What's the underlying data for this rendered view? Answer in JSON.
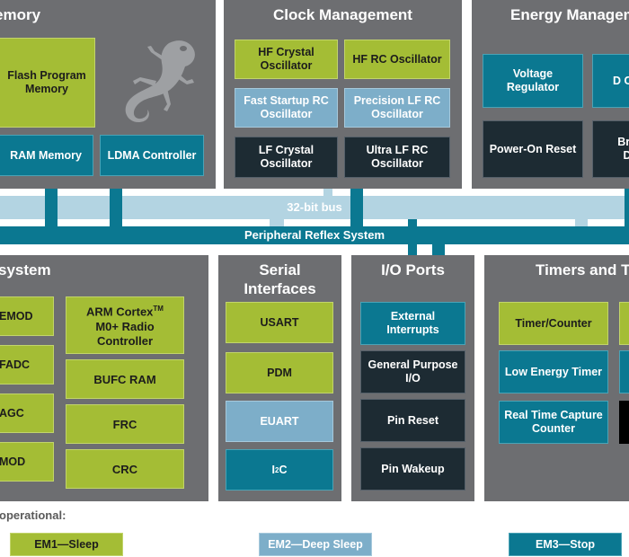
{
  "panels": {
    "memory": {
      "title": "emory",
      "flash": "Flash Program Memory",
      "ram": "RAM Memory",
      "ldma": "LDMA Controller"
    },
    "clock": {
      "title": "Clock Management",
      "hf_crystal": "HF Crystal Oscillator",
      "hf_rc": "HF RC Oscillator",
      "fast_startup": "Fast Startup RC Oscillator",
      "precision_lf": "Precision LF RC Oscillator",
      "lf_crystal": "LF Crystal Oscillator",
      "ultra_lf": "Ultra LF RC Oscillator"
    },
    "energy": {
      "title": "Energy Managem",
      "voltage_reg": "Voltage Regulator",
      "dc_partial": "D Co",
      "power_on_reset": "Power-On Reset",
      "brown_partial": "Bro D"
    },
    "bus": {
      "bus32": "32-bit bus",
      "prs": "Peripheral Reflex System"
    },
    "radio": {
      "title": "system",
      "demod": "EMOD",
      "ifadc": "FADC",
      "agc": "AGC",
      "mod": "MOD",
      "arm_cortex_line1": "ARM Cortex",
      "arm_tm": "TM",
      "arm_cortex_line2": "M0+ Radio",
      "arm_cortex_line3": "Controller",
      "bufc": "BUFC RAM",
      "frc": "FRC",
      "crc": "CRC"
    },
    "serial": {
      "title_line1": "Serial",
      "title_line2": "Interfaces",
      "usart": "USART",
      "pdm": "PDM",
      "euart": "EUART",
      "i2c_i": "I",
      "i2c_sup": "2",
      "i2c_c": "C"
    },
    "io": {
      "title": "I/O Ports",
      "ext_int": "External Interrupts",
      "gpio": "General Purpose I/O",
      "pin_reset": "Pin Reset",
      "pin_wakeup": "Pin Wakeup"
    },
    "timers": {
      "title": "Timers and T",
      "timer_counter": "Timer/Counter",
      "letimer": "Low Energy Timer",
      "rtcc": "Real Time Capture Counter"
    }
  },
  "legend": {
    "label": "operational:",
    "em1": "EM1—Sleep",
    "em2": "EM2—Deep Sleep",
    "em3": "EM3—Stop"
  },
  "colors": {
    "panel_gray": "#6d6e71",
    "em1_green": "#a4bd35",
    "em2_light_blue": "#7daec9",
    "em3_teal": "#0b7891",
    "em4_navy": "#1d2b33",
    "bus_light": "#b3d4e2"
  },
  "icons": {
    "logo": "gecko-icon"
  }
}
